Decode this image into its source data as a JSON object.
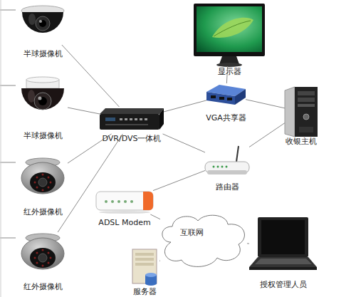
{
  "diagram": {
    "nodes": [
      {
        "text": [
          "半球摄像机"
        ]
      },
      {
        "text": [
          "半球摄像机"
        ]
      },
      {
        "text": [
          "红外摄像机"
        ]
      },
      {
        "text": [
          "红外摄像机"
        ]
      },
      {
        "text": [
          "DVR/DVS一体机"
        ]
      },
      {
        "text": [
          "显示器"
        ]
      },
      {
        "text": [
          "VGA共享器"
        ]
      },
      {
        "text": [
          "收银主机"
        ]
      },
      {
        "text": [
          "路由器"
        ]
      },
      {
        "text": [
          "ADSL Modem"
        ]
      },
      {
        "text": [
          "互联网"
        ]
      },
      {
        "text": [
          "服务器"
        ]
      },
      {
        "text": [
          "授权管理人员"
        ]
      }
    ],
    "edges": [
      {
        "from": 0,
        "to": 4,
        "arrow": "none"
      },
      {
        "from": 1,
        "to": 4,
        "arrow": "none"
      },
      {
        "from": 2,
        "to": 4,
        "arrow": "none"
      },
      {
        "from": 3,
        "to": 4,
        "arrow": "none"
      },
      {
        "from": 4,
        "to": 6,
        "arrow": "none"
      },
      {
        "from": 6,
        "to": 5,
        "arrow": "none"
      },
      {
        "from": 6,
        "to": 7,
        "arrow": "none"
      },
      {
        "from": 4,
        "to": 8,
        "arrow": "none"
      },
      {
        "from": 8,
        "to": 7,
        "arrow": "none"
      },
      {
        "from": 8,
        "to": 9,
        "arrow": "none"
      },
      {
        "from": 9,
        "to": 10,
        "arrow": "none"
      },
      {
        "from": 10,
        "to": 11,
        "arrow": "none"
      },
      {
        "from": 10,
        "to": 12,
        "arrow": "none"
      }
    ]
  }
}
